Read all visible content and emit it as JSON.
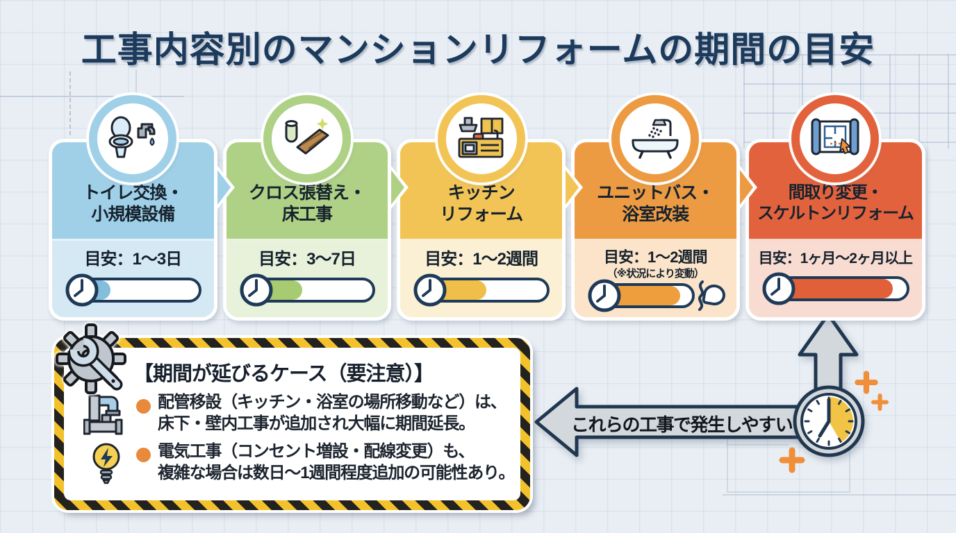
{
  "title": "工事内容別のマンションリフォームの期間の目安",
  "cards": [
    {
      "title_line1": "トイレ交換・",
      "title_line2": "小規模設備",
      "duration": "目安：1〜3日",
      "progress_pct": "30%",
      "colors": {
        "header": "#9fd0e8",
        "body": "#d5e9f4",
        "fill": "#84bedd"
      }
    },
    {
      "title_line1": "クロス張替え・",
      "title_line2": "床工事",
      "duration": "目安：3〜7日",
      "progress_pct": "44%",
      "colors": {
        "header": "#aed185",
        "body": "#e8f1da",
        "fill": "#a6cb70"
      }
    },
    {
      "title_line1": "キッチン",
      "title_line2": "リフォーム",
      "duration": "目安：1〜2週間",
      "progress_pct": "52%",
      "colors": {
        "header": "#f2c455",
        "body": "#fbf0d4",
        "fill": "#efbf4a"
      }
    },
    {
      "title_line1": "ユニットバス・",
      "title_line2": "浴室改装",
      "duration": "目安：1〜2週間",
      "note": "（※状況により変動）",
      "progress_pct": "88%",
      "colors": {
        "header": "#ec9b42",
        "body": "#fbe4c9",
        "fill": "#ef9e3d"
      }
    },
    {
      "title_line1": "間取り変更・",
      "title_line2": "スケルトンリフォーム",
      "duration": "目安：1ヶ月〜2ヶ月以上",
      "progress_pct": "90%",
      "colors": {
        "header": "#e2623d",
        "body": "#f8dcd1",
        "fill": "#e1603a"
      }
    }
  ],
  "warning": {
    "title": "【期間が延びるケース（要注意）】",
    "items": [
      {
        "line1": "配管移設（キッチン・浴室の場所移動など）は、",
        "line2": "床下・壁内工事が追加され大幅に期間延長。"
      },
      {
        "line1": "電気工事（コンセント増設・配線変更）も、",
        "line2": "複雑な場合は数日〜1週間程度追加の可能性あり。"
      }
    ]
  },
  "callout": {
    "arrow_label": "これらの工事で発生しやすい"
  },
  "accent_colors": {
    "title_navy": "#1c3a5c",
    "outline_navy": "#1e3a58",
    "hazard_yellow": "#f2c12b",
    "hazard_black": "#24221e",
    "bullet_orange": "#e8893c",
    "plus_orange": "#ef8f3a",
    "arrow_gray": "#d3d8dd",
    "clock_wedge": "#f2c445"
  }
}
